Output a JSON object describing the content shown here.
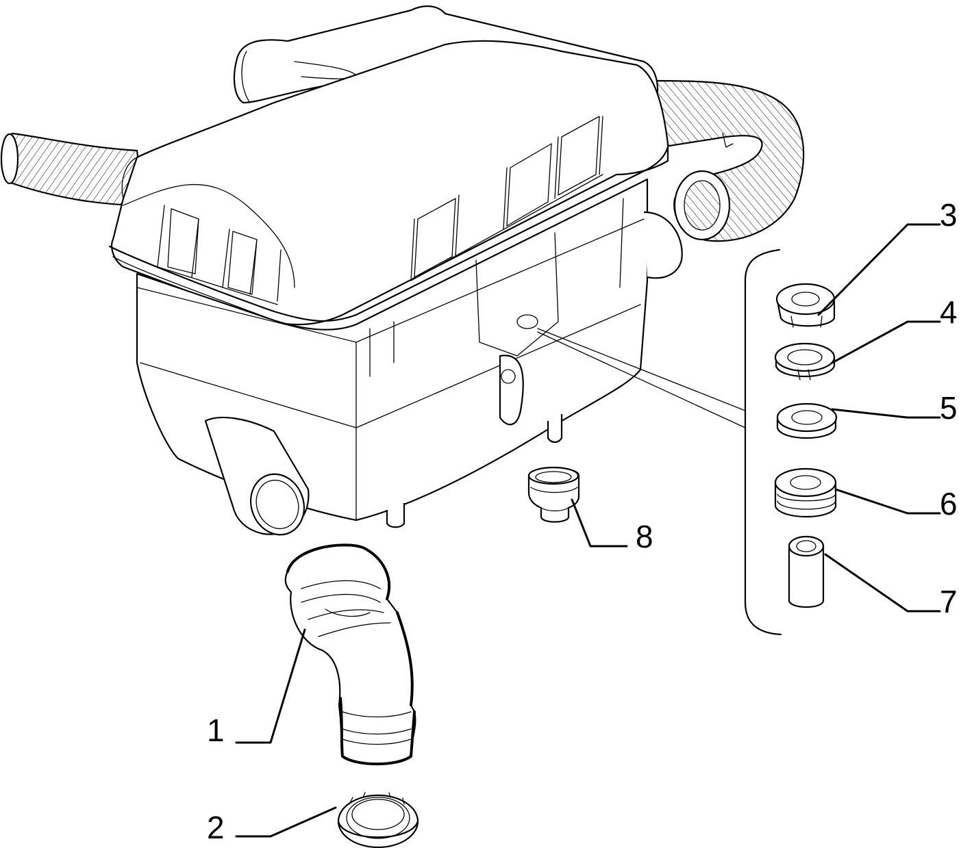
{
  "callouts": [
    {
      "id": "1",
      "text": "1"
    },
    {
      "id": "2",
      "text": "2"
    },
    {
      "id": "3",
      "text": "3"
    },
    {
      "id": "4",
      "text": "4"
    },
    {
      "id": "5",
      "text": "5"
    },
    {
      "id": "6",
      "text": "6"
    },
    {
      "id": "7",
      "text": "7"
    },
    {
      "id": "8",
      "text": "8"
    }
  ],
  "colors": {
    "line": "#000000",
    "background": "#ffffff"
  }
}
